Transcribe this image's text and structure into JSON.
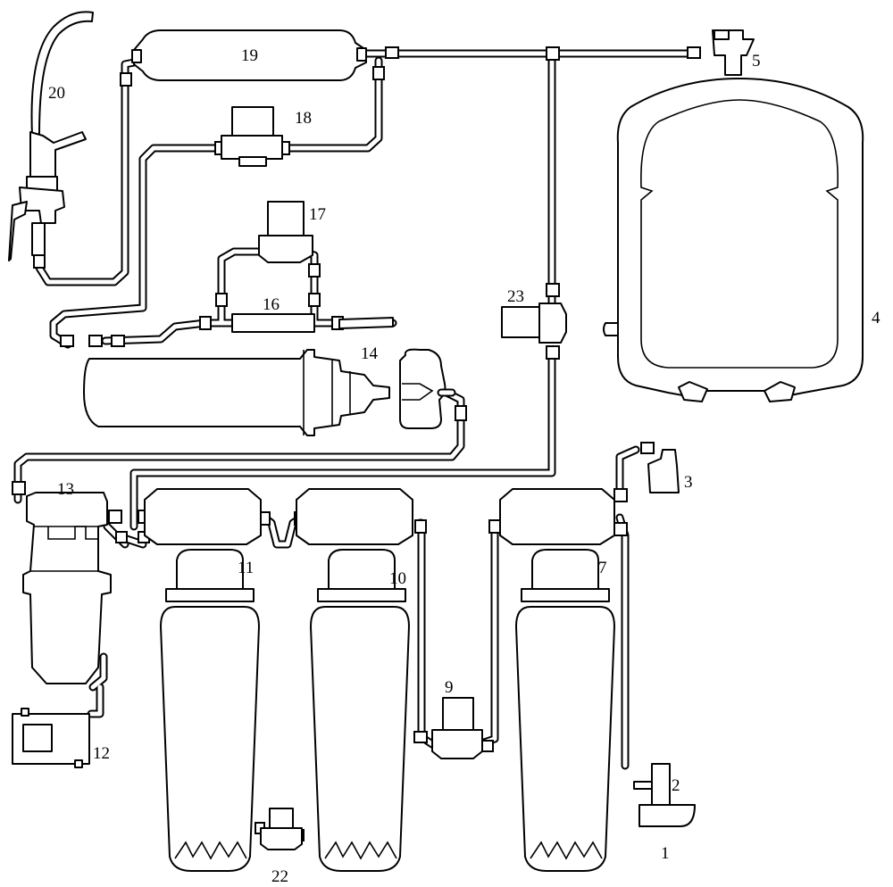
{
  "labels": {
    "n1": "1",
    "n2": "2",
    "n3": "3",
    "n4": "4",
    "n5": "5",
    "n7": "7",
    "n9": "9",
    "n10": "10",
    "n11": "11",
    "n12": "12",
    "n13": "13",
    "n14": "14",
    "n16": "16",
    "n17": "17",
    "n18": "18",
    "n19": "19",
    "n20": "20",
    "n22": "22",
    "n23": "23"
  }
}
